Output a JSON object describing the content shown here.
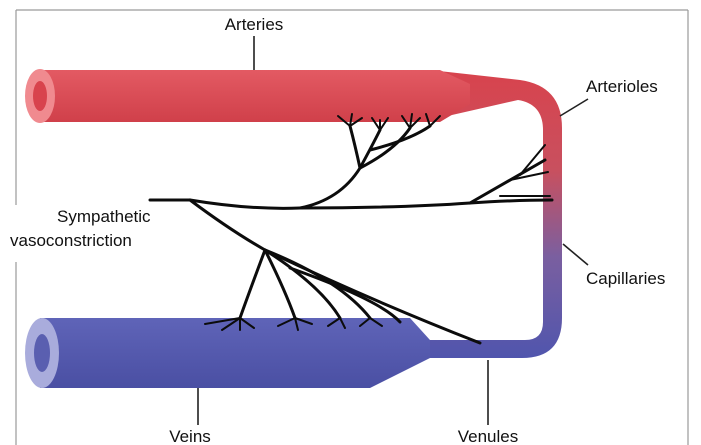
{
  "labels": {
    "arteries": "Arteries",
    "arterioles": "Arterioles",
    "sympathetic_line1": "Sympathetic",
    "sympathetic_line2": "vasoconstriction",
    "capillaries": "Capillaries",
    "veins": "Veins",
    "venules": "Venules"
  },
  "colors": {
    "artery": "#e0505a",
    "artery_dark": "#c8353f",
    "artery_light": "#f08a8f",
    "vein": "#5a5fb0",
    "vein_dark": "#43479a",
    "vein_light": "#a9acdc",
    "nerve": "#0c0c0c",
    "frame": "#9a9a9a"
  }
}
